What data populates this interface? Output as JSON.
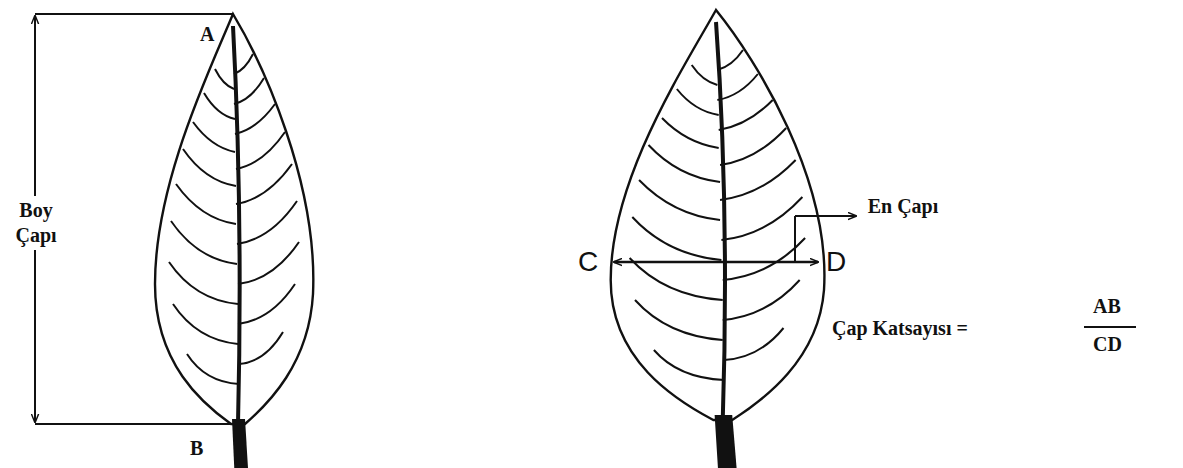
{
  "diagram": {
    "labels": [
      "A",
      "Boy Çapı",
      "B",
      "C",
      "En Çapı",
      "D",
      "Çap Katsayısı =",
      "AB",
      "CD"
    ]
  }
}
